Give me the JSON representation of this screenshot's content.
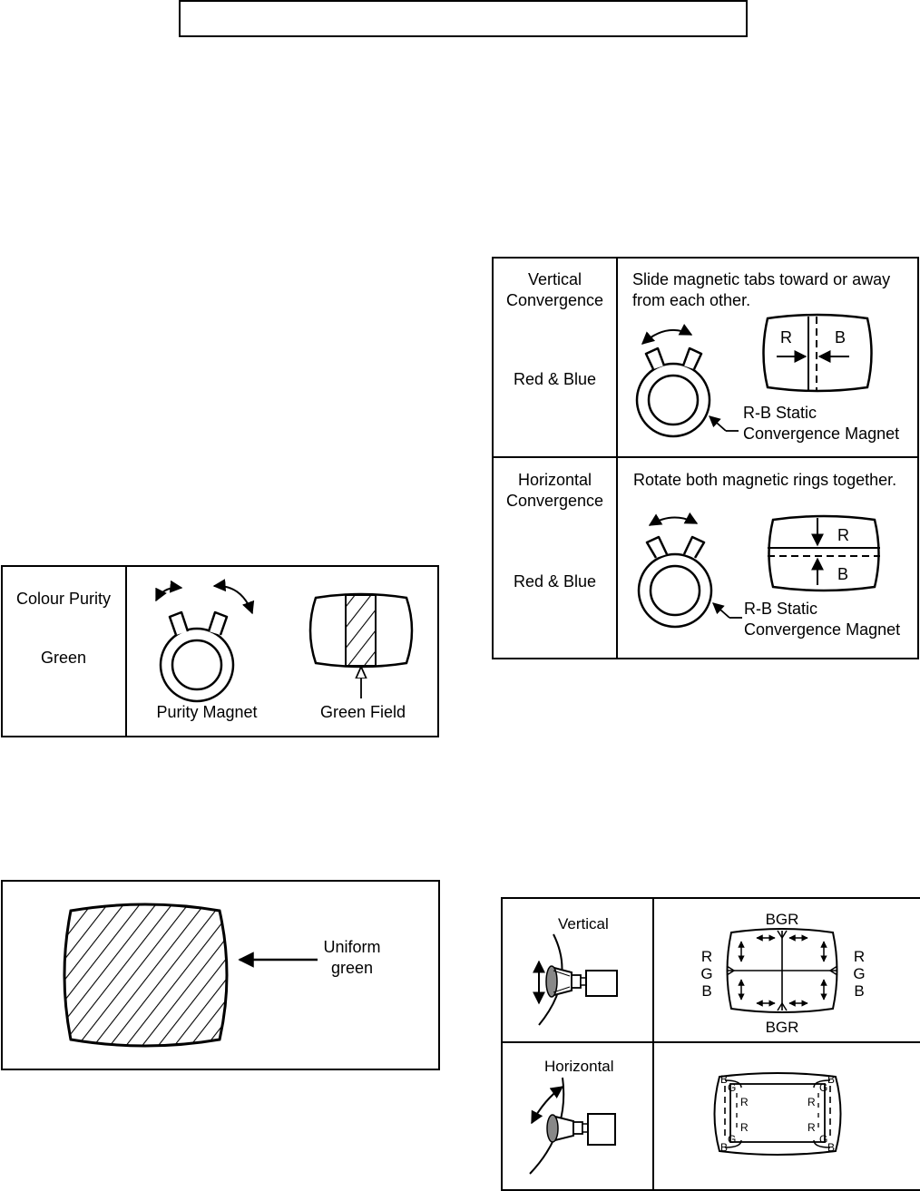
{
  "header_box": {
    "text": ""
  },
  "purity_table": {
    "title": "Colour Purity",
    "color": "Green",
    "magnet_label": "Purity Magnet",
    "field_label": "Green Field"
  },
  "uniform_panel": {
    "label_line1": "Uniform",
    "label_line2": "green"
  },
  "static_convergence": {
    "vertical": {
      "title_line1": "Vertical",
      "title_line2": "Convergence",
      "colors": "Red & Blue",
      "instruction_line1": "Slide magnetic tabs toward or away",
      "instruction_line2": "from each other.",
      "screen_left": "R",
      "screen_right": "B",
      "magnet_line1": "R-B Static",
      "magnet_line2": "Convergence Magnet"
    },
    "horizontal": {
      "title_line1": "Horizontal",
      "title_line2": "Convergence",
      "colors": "Red & Blue",
      "instruction": "Rotate both magnetic rings together.",
      "screen_top": "R",
      "screen_bottom": "B",
      "magnet_line1": "R-B Static",
      "magnet_line2": "Convergence Magnet"
    }
  },
  "dynamic_convergence": {
    "vertical": {
      "label": "Vertical",
      "top": "BGR",
      "bottom": "BGR",
      "left": [
        "R",
        "G",
        "B"
      ],
      "right": [
        "R",
        "G",
        "B"
      ]
    },
    "horizontal": {
      "label": "Horizontal",
      "corner_b": "B",
      "corner_g": "G",
      "inner_r": "R"
    }
  }
}
